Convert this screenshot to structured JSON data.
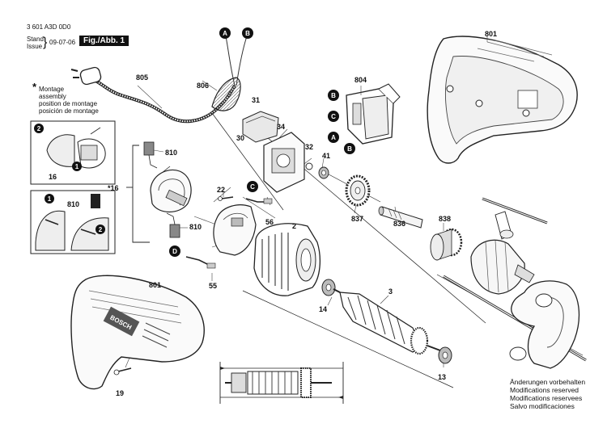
{
  "header": {
    "part_number": "3 601 A3D 0D0",
    "stand_label": "Stand",
    "issue_label": "Issue",
    "brace": "}",
    "date": "09-07-06",
    "figure_label": "Fig./Abb. 1"
  },
  "legend": {
    "star": "*",
    "montage_lines": [
      "Montage",
      "assembly",
      "position de montage",
      "posición de montage"
    ]
  },
  "notice_lines": [
    "Änderungen vorbehalten",
    "Modifications reserved",
    "Modifications reservees",
    "Salvo modificaciones"
  ],
  "callouts": {
    "A": "A",
    "B": "B",
    "C": "C",
    "D": "D",
    "one": "1",
    "two": "2"
  },
  "part_labels": {
    "p801_top": "801",
    "p805": "805",
    "p806": "806",
    "p804": "804",
    "p31": "31",
    "p30": "30",
    "p34": "34",
    "p32": "32",
    "p41": "41",
    "p810_a": "810",
    "p810_b": "810",
    "p810_c": "810",
    "p16_a": "16",
    "p16_b": "*16",
    "p22": "22",
    "p56": "56",
    "p2": "2",
    "p55": "55",
    "p14": "14",
    "p3": "3",
    "p837": "837",
    "p836": "836",
    "p838": "838",
    "p801_bottom": "801",
    "p19": "19",
    "p13": "13"
  }
}
